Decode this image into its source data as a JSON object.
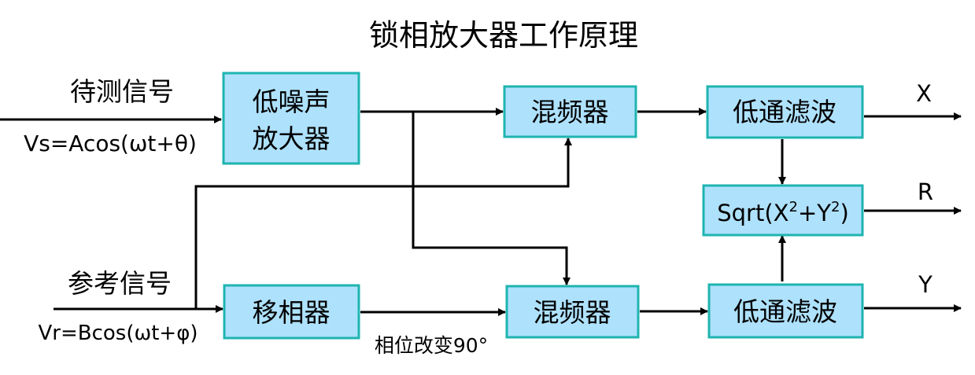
{
  "title": "锁相放大器工作原理",
  "signal_input": {
    "label": "待测信号",
    "formula": "Vs=Acos(ωt+θ)"
  },
  "reference_input": {
    "label": "参考信号",
    "formula": "Vr=Bcos(ωt+φ)"
  },
  "blocks": {
    "lna": {
      "line1": "低噪声",
      "line2": "放大器"
    },
    "mixer_top": "混频器",
    "mixer_bottom": "混频器",
    "lpf_top": "低通滤波",
    "lpf_bottom": "低通滤波",
    "sqrt": {
      "prefix": "Sqrt(X",
      "sup1": "2",
      "mid": "+Y",
      "sup2": "2",
      "suffix": ")"
    },
    "phase_shifter": "移相器"
  },
  "phase_note": "相位改变90°",
  "outputs": {
    "x": "X",
    "r": "R",
    "y": "Y"
  }
}
